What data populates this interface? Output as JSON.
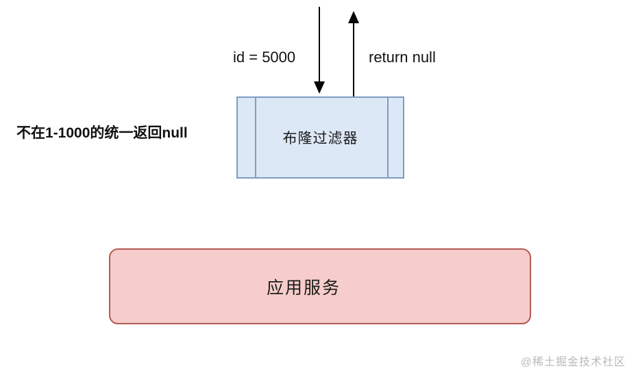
{
  "diagram": {
    "title": "Bloom filter null-return flow",
    "colors": {
      "bloom_fill": "#dde8f7",
      "bloom_border": "#7d9cc0",
      "app_fill": "#f6cdca",
      "app_border": "#b35a52",
      "arrow": "#060606",
      "watermark": "#b9b9b9",
      "background": "#ffffff"
    },
    "bloom_filter": {
      "label": "布隆过滤器"
    },
    "app_service": {
      "label": "应用服务"
    },
    "annotations": {
      "left_note": "不在1-1000的统一返回null",
      "request_label": "id = 5000",
      "response_label": "return null"
    },
    "arrows": {
      "request_direction": "down",
      "response_direction": "up"
    },
    "watermark": "@稀土掘金技术社区"
  }
}
